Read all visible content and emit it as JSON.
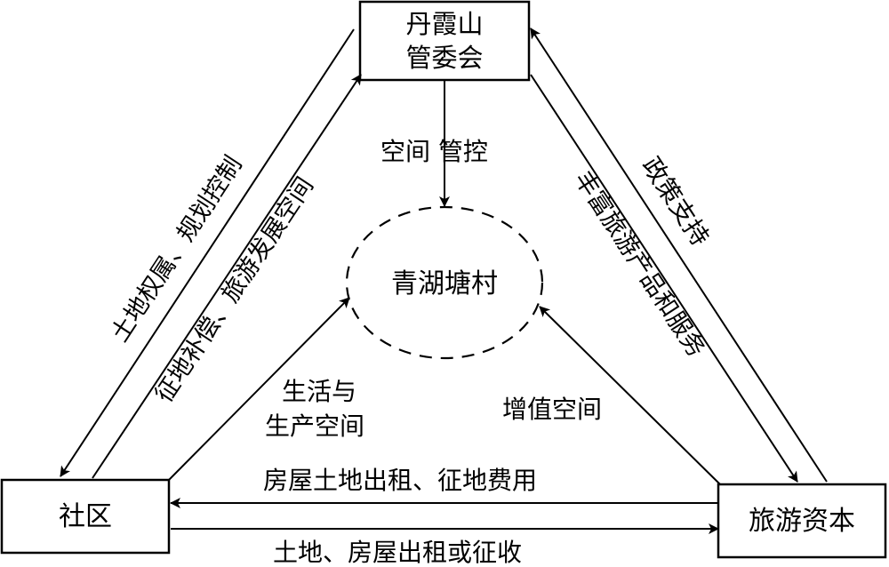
{
  "nodes": {
    "danxia": {
      "line1": "丹霞山",
      "line2": "管委会"
    },
    "community": {
      "label": "社区"
    },
    "tourism": {
      "label": "旅游资本"
    },
    "village": {
      "label": "青湖塘村"
    }
  },
  "edges": {
    "space_control": "空间 管控",
    "land_rights": "土地权属、规划控制",
    "compensation": "征地补偿、旅游发展空间",
    "policy_support": "政策支持",
    "enrich_products": "丰富旅游产品和服务",
    "life_production": {
      "line1": "生活与",
      "line2": "生产空间"
    },
    "value_space": "增值空间",
    "rent_fees": "房屋土地出租、征地费用",
    "lease_acquire": "土地、房屋出租或征收"
  }
}
